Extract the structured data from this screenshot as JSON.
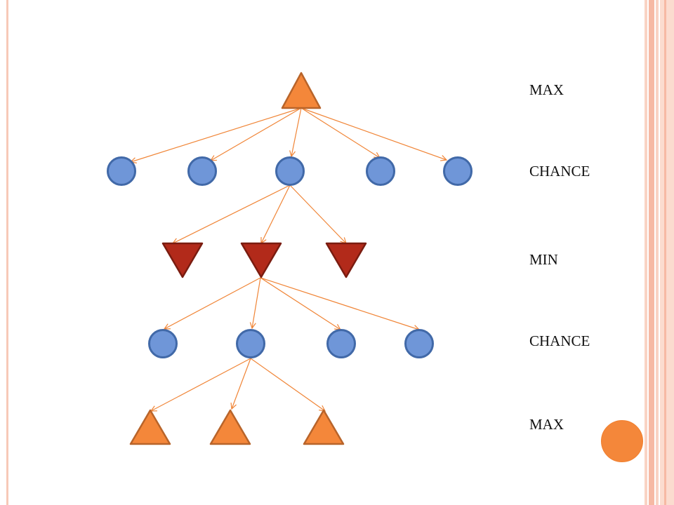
{
  "level_labels": {
    "level_1": "MAX",
    "level_2": "CHANCE",
    "level_3": "MIN",
    "level_4": "CHANCE",
    "level_5": "MAX"
  },
  "colors": {
    "max_fill": "#f4873a",
    "max_stroke": "#b8642a",
    "chance_fill": "#6f96d8",
    "chance_stroke": "#4169a8",
    "min_fill": "#b22a1a",
    "min_stroke": "#7a1c10",
    "edge": "#f08537",
    "frame": "#f7c9b8",
    "accent_dot": "#f4873a"
  },
  "tree": {
    "levels": [
      {
        "kind": "max",
        "count": 1
      },
      {
        "kind": "chance",
        "count": 5
      },
      {
        "kind": "min",
        "count": 3
      },
      {
        "kind": "chance",
        "count": 4
      },
      {
        "kind": "max",
        "count": 3
      }
    ]
  }
}
